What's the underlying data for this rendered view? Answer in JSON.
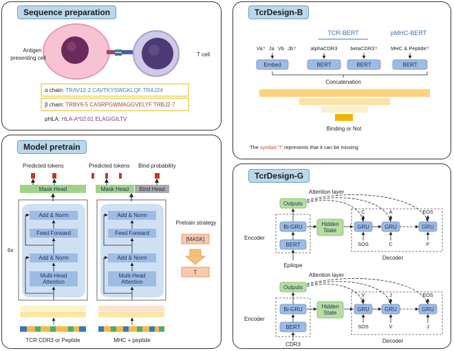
{
  "seq": {
    "title": "Sequence preparation",
    "apc_label_1": "Antigen",
    "apc_label_2": "presenting cell",
    "tcell_label": "T cell",
    "alpha_prefix": "α chain: ",
    "alpha_seq": "TRAV12-2 CAVTKYSWGKLQF TRAJ24",
    "beta_prefix": "β chain: ",
    "beta_seq": "TRBV6-5 CASRPGWMAGGVELYF TRBJ2-7",
    "phla_prefix": "pHLA: ",
    "phla_seq": "HLA-A*02:01 ELAGIGILTV"
  },
  "pretrain": {
    "title": "Model pretrain",
    "predicted_tokens": "Predicted tokens",
    "predicted_tokens_2": "Predicted tokens",
    "bind_probability": "Bind probability",
    "mask_head": "Mask Head",
    "mask_head_2": "Mask Head",
    "bind_head": "Bind Head",
    "add_norm": "Add & Norm",
    "feed_forward": "Feed Forward",
    "mha_1": "Multi-Head",
    "mha_2": "Attention",
    "repeat": "6x",
    "strategy": "Pretrain strategy",
    "mask_token": "[MASK]",
    "t_token": "T",
    "input_left": "TCR CDR3 or Peptide",
    "input_right": "MHC + peptide"
  },
  "tcrb": {
    "title": "TcrDesign-B",
    "tcr_bert": "TCR-BERT",
    "pmhc_bert": "pMHC-BERT",
    "in_va": "Va",
    "in_ja": "Ja",
    "in_vb": "Vb",
    "in_jb": "Jb",
    "in_alpha": "alphaCDR3",
    "in_beta": "betaCDR3",
    "in_mhc": "MHC & Peptide",
    "q": "?",
    "embed": "Embed",
    "bert": "BERT",
    "concat": "Concatenation",
    "output": "Binding or Not",
    "note_1": "The ",
    "note_sym": "symbol '?'",
    "note_2": " represents that it can be missing"
  },
  "tcrg": {
    "title": "TcrDesign-G",
    "attention_1": "Attention layer",
    "attention_2": "Attention layer",
    "outputs": "Outputs",
    "bigru": "Bi-GRU",
    "bert": "BERT",
    "hidden_1": "Hidden",
    "hidden_2": "State",
    "encoder": "Encoder",
    "decoder": "Decoder",
    "gru": "GRU",
    "epitope": "Epitope",
    "cdr3": "CDR3",
    "top_tokens_out": [
      "C",
      "A",
      "EOS"
    ],
    "top_tokens_in": [
      "SOS",
      "C",
      "F"
    ],
    "bot_tokens_out": [
      "V",
      "J",
      "EOS"
    ],
    "bot_tokens_in": [
      "SOS",
      "V",
      "J"
    ]
  },
  "colors": {
    "panel_title_bg": "#b9d8ec",
    "block_blue": "#9dbbe3",
    "outer_blue": "#cfe0f3",
    "head_green": "#9fd38a",
    "bind_gray": "#a9a9a9",
    "token_red": "#c0392b",
    "orange": "#f6bf7a",
    "gold": "#f0b400",
    "alpha_color": "#3b7fb5",
    "beta_color": "#b03a3a",
    "phla_color": "#6a3c8c",
    "qmark": "#d6402b"
  }
}
